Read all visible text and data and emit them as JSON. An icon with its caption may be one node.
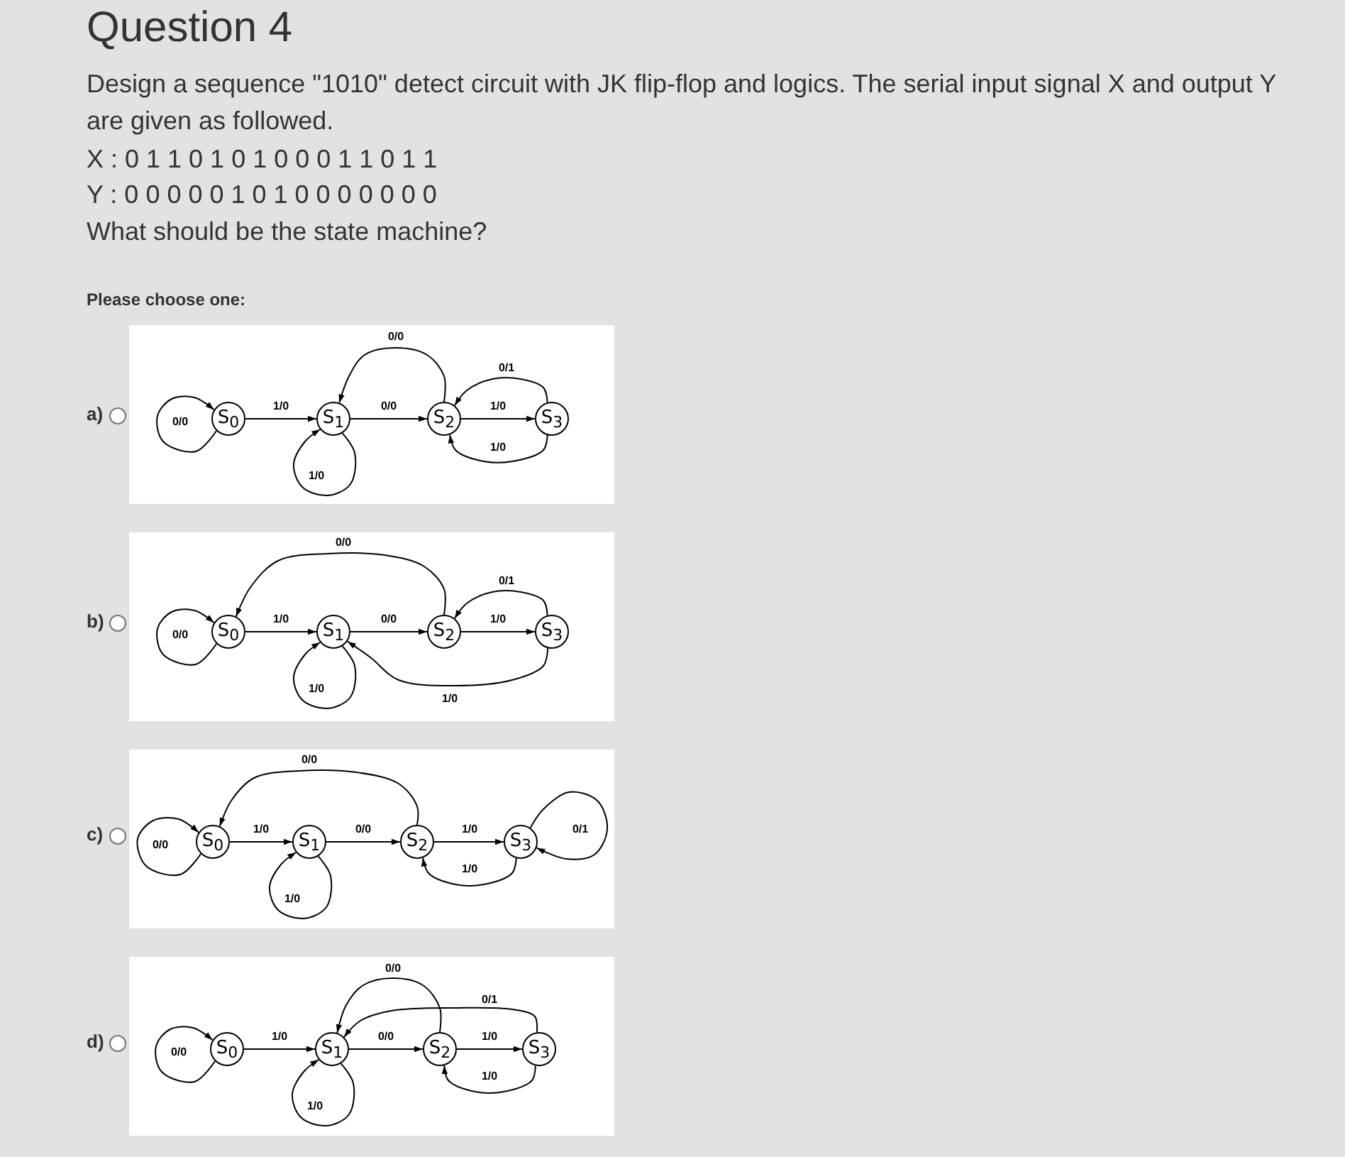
{
  "diagram": {
    "title": "Question 4",
    "nodes": [
      {
        "text": [],
        "shape": "box",
        "beside": [
          "a)"
        ]
      },
      {
        "text": [
          "S$_{0}$"
        ],
        "in": 0
      },
      {
        "text": [
          "S$_{1}$"
        ],
        "in": 0
      },
      {
        "text": [
          "S$_{2}$"
        ],
        "in": 0
      },
      {
        "text": [
          "S$_{3}$"
        ],
        "in": 0
      },
      {
        "text": [],
        "shape": "box",
        "beside": [
          "b)"
        ]
      },
      {
        "text": [
          "S$_{0}$"
        ],
        "in": 5
      },
      {
        "text": [
          "S$_{1}$"
        ],
        "in": 5
      },
      {
        "text": [
          "S$_{2}$"
        ],
        "in": 5
      },
      {
        "text": [
          "S$_{3}$"
        ],
        "in": 5
      },
      {
        "text": [],
        "shape": "box",
        "beside": [
          "c)"
        ]
      },
      {
        "text": [
          "S$_{0}$"
        ],
        "in": 10
      },
      {
        "text": [
          "S$_{1}$"
        ],
        "in": 10
      },
      {
        "text": [
          "S$_{2}$"
        ],
        "in": 10
      },
      {
        "text": [
          "S$_{3}$"
        ],
        "in": 10
      },
      {
        "text": [],
        "shape": "box",
        "beside": [
          "d)"
        ]
      },
      {
        "text": [
          "S$_{0}$"
        ],
        "in": 15
      },
      {
        "text": [
          "S$_{1}$"
        ],
        "in": 15
      },
      {
        "text": [
          "S$_{2}$"
        ],
        "in": 15
      },
      {
        "text": [
          "S$_{3}$"
        ],
        "in": 15
      }
    ],
    "edges": [
      {
        "from": 1,
        "to": 1,
        "arrow": "to",
        "label": "0/0"
      },
      {
        "from": 1,
        "to": 2,
        "arrow": "to",
        "label": "1/0"
      },
      {
        "from": 2,
        "to": 2,
        "arrow": "to",
        "label": "1/0"
      },
      {
        "from": 2,
        "to": 3,
        "arrow": "to",
        "label": "0/0"
      },
      {
        "from": 3,
        "to": 2,
        "arrow": "to",
        "label": "0/0"
      },
      {
        "from": 3,
        "to": 4,
        "arrow": "to",
        "label": "1/0"
      },
      {
        "from": 4,
        "to": 3,
        "arrow": "to",
        "label": "0/1"
      },
      {
        "from": 4,
        "to": 3,
        "arrow": "to",
        "label": "1/0"
      },
      {
        "from": 6,
        "to": 6,
        "arrow": "to",
        "label": "0/0"
      },
      {
        "from": 6,
        "to": 7,
        "arrow": "to",
        "label": "1/0"
      },
      {
        "from": 7,
        "to": 7,
        "arrow": "to",
        "label": "1/0"
      },
      {
        "from": 7,
        "to": 8,
        "arrow": "to",
        "label": "0/0"
      },
      {
        "from": 8,
        "to": 6,
        "arrow": "to",
        "label": "0/0"
      },
      {
        "from": 8,
        "to": 9,
        "arrow": "to",
        "label": "1/0"
      },
      {
        "from": 9,
        "to": 8,
        "arrow": "to",
        "label": "0/1"
      },
      {
        "from": 9,
        "to": 7,
        "arrow": "to",
        "label": "1/0"
      },
      {
        "from": 11,
        "to": 11,
        "arrow": "to",
        "label": "0/0"
      },
      {
        "from": 11,
        "to": 12,
        "arrow": "to",
        "label": "1/0"
      },
      {
        "from": 12,
        "to": 12,
        "arrow": "to",
        "label": "1/0"
      },
      {
        "from": 12,
        "to": 13,
        "arrow": "to",
        "label": "0/0"
      },
      {
        "from": 13,
        "to": 11,
        "arrow": "to",
        "label": "0/0"
      },
      {
        "from": 13,
        "to": 14,
        "arrow": "to",
        "label": "1/0"
      },
      {
        "from": 14,
        "to": 14,
        "arrow": "to",
        "label": "0/1"
      },
      {
        "from": 14,
        "to": 13,
        "arrow": "to",
        "label": "1/0"
      },
      {
        "from": 16,
        "to": 16,
        "arrow": "to",
        "label": "0/0"
      },
      {
        "from": 16,
        "to": 17,
        "arrow": "to",
        "label": "1/0"
      },
      {
        "from": 17,
        "to": 17,
        "arrow": "to",
        "label": "1/0"
      },
      {
        "from": 17,
        "to": 18,
        "arrow": "to",
        "label": "0/0"
      },
      {
        "from": 18,
        "to": 17,
        "arrow": "to",
        "label": "0/0"
      },
      {
        "from": 18,
        "to": 19,
        "arrow": "to",
        "label": "1/0"
      },
      {
        "from": 19,
        "to": 17,
        "arrow": "to",
        "label": "0/1"
      },
      {
        "from": 19,
        "to": 18,
        "arrow": "to",
        "label": "1/0"
      }
    ],
    "labels": [
      "Design a sequence \"1010\" detect circuit with JK flip-flop and logics. The serial input signal X and output Y are given as followed.",
      "X : 0 1 1 0 1 0 1 0 0 0 1 1 0 1 1",
      "Y : 0 0 0 0 0 1 0 1 0 0 0 0 0 0 0",
      "What should be the state machine?",
      "Please choose one:"
    ]
  }
}
